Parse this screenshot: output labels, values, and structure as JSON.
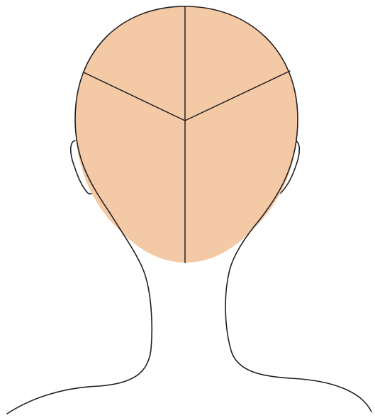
{
  "figure": {
    "fills": {
      "face": "#f4caa6",
      "line": "#231f20",
      "background": "#ffffff"
    },
    "sections": [
      "top-left",
      "top-right",
      "left-side",
      "right-side"
    ]
  }
}
